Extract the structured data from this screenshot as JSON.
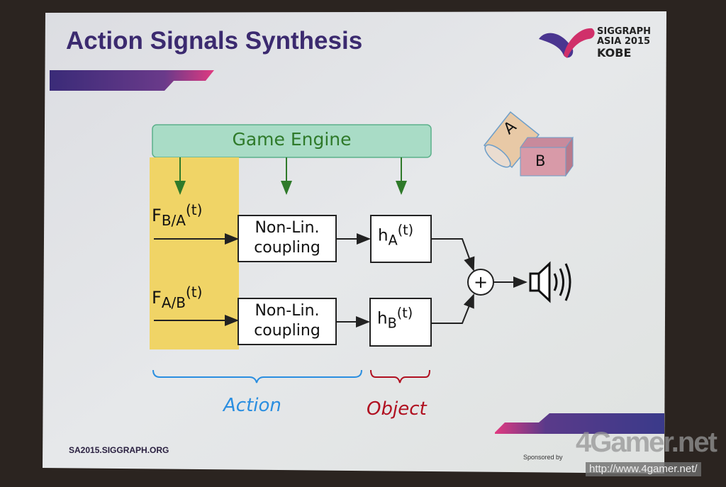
{
  "slide": {
    "title": "Action Signals Synthesis",
    "logo": {
      "lines": [
        "SIGGRAPH",
        "ASIA 2015",
        "KOBE"
      ]
    },
    "footer_url": "SA2015.SIGGRAPH.ORG",
    "sponsored": "Sponsored by"
  },
  "diagram": {
    "game_engine": "Game Engine",
    "inputs": [
      {
        "base": "F",
        "sub": "B/A",
        "sup": "(t)"
      },
      {
        "base": "F",
        "sub": "A/B",
        "sup": "(t)"
      }
    ],
    "coupling": [
      {
        "line1": "Non-Lin.",
        "line2": "coupling"
      },
      {
        "line1": "Non-Lin.",
        "line2": "coupling"
      }
    ],
    "filters": [
      {
        "base": "h",
        "sub": "A",
        "sup": "(t)"
      },
      {
        "base": "h",
        "sub": "B",
        "sup": "(t)"
      }
    ],
    "sum": "+",
    "objects": {
      "a": "A",
      "b": "B"
    },
    "brace_labels": {
      "action": "Action",
      "object": "Object"
    },
    "colors": {
      "title": "#3b2a6f",
      "engine_fill": "#a9dcc6",
      "engine_text": "#2f7a2a",
      "highlight": "#f0d466",
      "action": "#2a8ee0",
      "object": "#b01020"
    }
  },
  "watermark": {
    "logo": "4Gamer.net",
    "url": "http://www.4gamer.net/"
  }
}
